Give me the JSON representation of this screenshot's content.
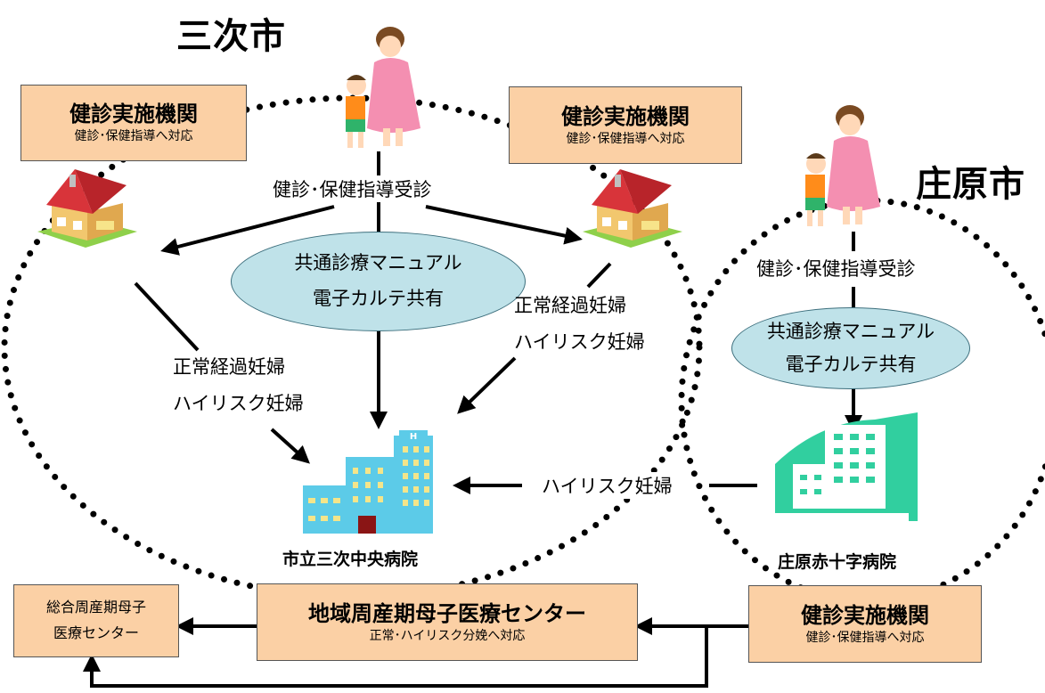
{
  "cities": {
    "miyoshi": "三次市",
    "shobara": "庄原市"
  },
  "checkup_box": {
    "title": "健診実施機関",
    "subtitle": "健診･保健指導へ対応"
  },
  "flow_labels": {
    "checkup_visit": "健診･保健指導受診",
    "normal_pregnant": "正常経過妊婦",
    "high_risk_pregnant": "ハイリスク妊婦"
  },
  "shared_ellipse": {
    "line1": "共通診療マニュアル",
    "line2": "電子カルテ共有"
  },
  "hospitals": {
    "miyoshi_central": "市立三次中央病院",
    "shobara_red_cross": "庄原赤十字病院"
  },
  "regional_center": {
    "title": "地域周産期母子医療センター",
    "subtitle": "正常･ハイリスク分娩へ対応"
  },
  "general_center": {
    "line1": "総合周産期母子",
    "line2": "医療センター"
  },
  "colors": {
    "box_fill": "#fbd0a5",
    "ellipse_fill": "#bfe2e9",
    "hospital_blue": "#5ccbe8",
    "hospital_green": "#31cf9f",
    "house_roof": "#d8343a"
  }
}
